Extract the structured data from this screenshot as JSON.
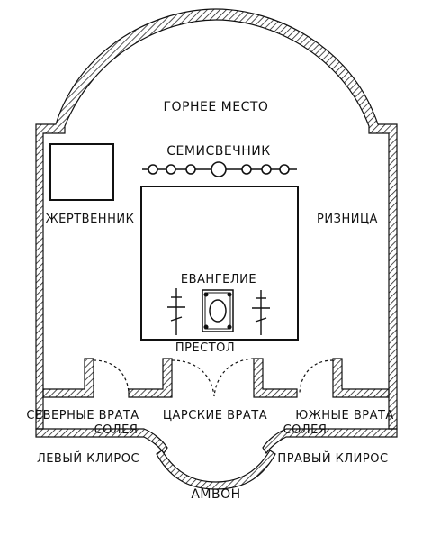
{
  "labels": {
    "gornee_mesto": "ГОРНЕЕ МЕСТО",
    "semisvechnik": "СЕМИСВЕЧНИК",
    "zhertvennik": "ЖЕРТВЕННИК",
    "riznitsa": "РИЗНИЦА",
    "evangelie": "ЕВАНГЕЛИЕ",
    "prestol": "ПРЕСТОЛ",
    "severnye_vrata": "СЕВЕРНЫЕ ВРАТА",
    "tsarskie_vrata": "ЦАРСКИЕ ВРАТА",
    "yuzhnye_vrata": "ЮЖНЫЕ ВРАТА",
    "soleya_left": "СОЛЕЯ",
    "soleya_right": "СОЛЕЯ",
    "levyy_kliros": "ЛЕВЫЙ КЛИРОС",
    "pravyy_kliros": "ПРАВЫЙ КЛИРОС",
    "ambon": "АМВОН"
  },
  "colors": {
    "ink": "#111111",
    "hatch": "#222222",
    "background": "#ffffff"
  }
}
